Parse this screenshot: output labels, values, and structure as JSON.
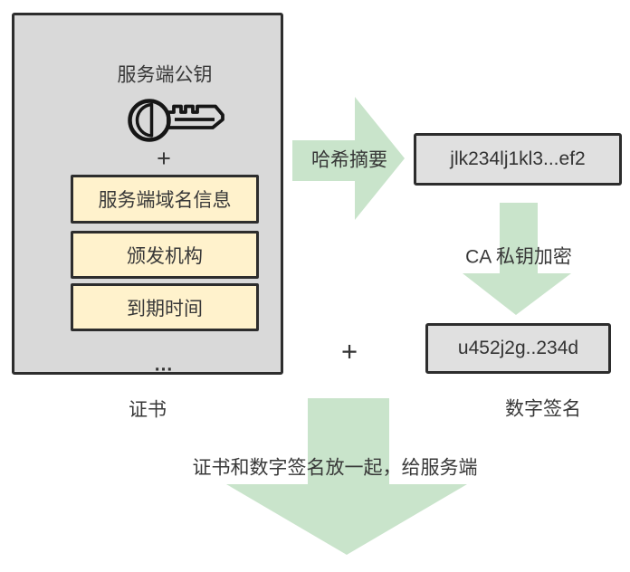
{
  "colors": {
    "background": "#ffffff",
    "certificate_box_fill": "#d9d9d9",
    "value_box_fill": "#e0e0e0",
    "field_box_fill": "#fff2cc",
    "arrow_green": "#c9e4cb",
    "border_dark": "#2d2d2d",
    "text": "#383838"
  },
  "certificate": {
    "title": "服务端公钥",
    "key_icon": "key-icon",
    "plus_sign": "+",
    "fields": [
      "服务端域名信息",
      "颁发机构",
      "到期时间"
    ],
    "ellipsis": "...",
    "label": "证书"
  },
  "hash_flow": {
    "hash_arrow_label": "哈希摘要",
    "digest_value": "jlk234lj1kl3...ef2",
    "encrypt_arrow_label": "CA 私钥加密",
    "signature_value": "u452j2g..234d",
    "signature_label": "数字签名"
  },
  "combine": {
    "plus_sign": "+",
    "arrow_label": "证书和数字签名放一起，给服务端"
  }
}
